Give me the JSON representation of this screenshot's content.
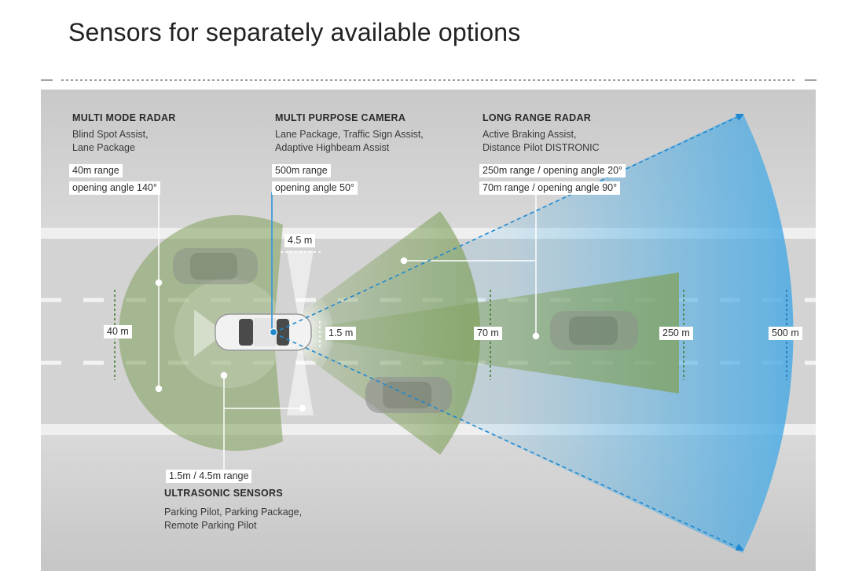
{
  "title": "Sensors for separately available options",
  "colors": {
    "background": "#ffffff",
    "road": "#d5d5d5",
    "shoulder": "#cacaca",
    "green_zone": "#7fa05a",
    "blue_zone": "#5cb4e6",
    "arrow_blue": "#1f88cf",
    "label_bg": "#ffffff"
  },
  "sensors": {
    "multi_mode_radar": {
      "heading": "MULTI MODE RADAR",
      "functions": [
        "Blind Spot Assist,",
        "Lane Package"
      ],
      "specs": [
        "40m range",
        "opening angle 140°"
      ]
    },
    "multi_purpose_camera": {
      "heading": "MULTI PURPOSE CAMERA",
      "functions": [
        "Lane Package, Traffic Sign Assist,",
        "Adaptive Highbeam Assist"
      ],
      "specs": [
        "500m range",
        "opening angle 50°"
      ]
    },
    "long_range_radar": {
      "heading": "LONG RANGE RADAR",
      "functions": [
        "Active Braking Assist,",
        "Distance Pilot DISTRONIC"
      ],
      "specs": [
        "250m range / opening angle 20°",
        "70m range / opening angle 90°"
      ]
    },
    "ultrasonic_sensors": {
      "heading": "ULTRASONIC SENSORS",
      "functions": [
        "Parking Pilot, Parking Package,",
        "Remote Parking Pilot"
      ],
      "specs": [
        "1.5m / 4.5m range"
      ]
    }
  },
  "distance_markers": [
    "40 m",
    "4.5 m",
    "1.5 m",
    "70 m",
    "250 m",
    "500 m"
  ],
  "icons": [
    "ego-car-icon",
    "other-car-icon",
    "arrow-head-icon"
  ]
}
